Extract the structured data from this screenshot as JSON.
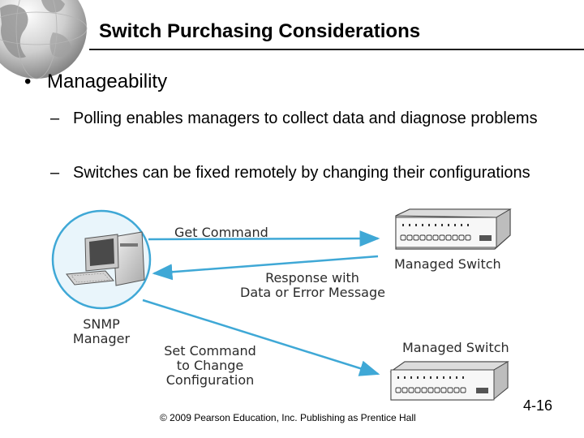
{
  "slide": {
    "title": "Switch Purchasing Considerations",
    "bullet": "Manageability",
    "bullet_marker": "•",
    "dash": "–",
    "subpoints": [
      "Polling enables managers to collect data and diagnose problems",
      "Switches can be fixed remotely by changing their configurations"
    ],
    "footer": "© 2009 Pearson Education, Inc.  Publishing as Prentice Hall",
    "page_number": "4-16"
  },
  "figure": {
    "get_command": "Get Command",
    "response_line1": "Response with",
    "response_line2": "Data or Error Message",
    "manager_line1": "SNMP",
    "manager_line2": "Manager",
    "set_line1": "Set Command",
    "set_line2": "to Change",
    "set_line3": "Configuration",
    "switch_top_label": "Managed Switch",
    "switch_bottom_label": "Managed Switch",
    "colors": {
      "arrow": "#3fa8d6",
      "title_rule": "#1f1f1f"
    },
    "icons": [
      "globe-icon",
      "computer-icon",
      "switch-icon"
    ]
  }
}
